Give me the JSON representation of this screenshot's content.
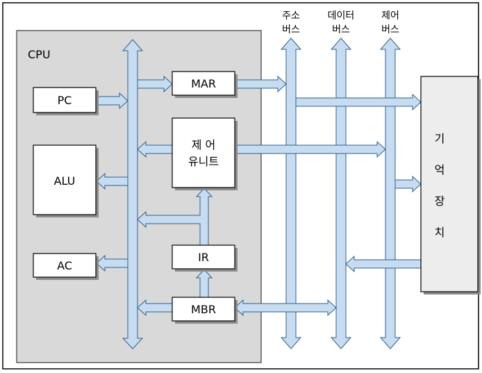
{
  "cpu": {
    "label": "CPU"
  },
  "registers": {
    "pc": "PC",
    "alu": "ALU",
    "ac": "AC",
    "mar": "MAR",
    "ir": "IR",
    "mbr": "MBR",
    "control_unit_line1": "제  어",
    "control_unit_line2": "유니트"
  },
  "buses": {
    "address_line1": "주소",
    "address_line2": "버스",
    "data_line1": "데이터",
    "data_line2": "버스",
    "control_line1": "제어",
    "control_line2": "버스"
  },
  "memory": {
    "chars": [
      "기",
      "억",
      "장",
      "치"
    ]
  },
  "colors": {
    "bus_fill": "#c7dcf0",
    "bus_stroke": "#2f5f8a",
    "cpu_fill": "#d9d9d9",
    "memory_fill": "#ededed"
  }
}
